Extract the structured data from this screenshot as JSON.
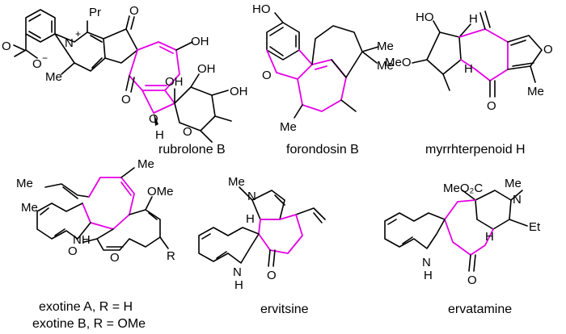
{
  "colors": {
    "bond": "#000000",
    "highlight": "#e600e6",
    "background": "#ffffff"
  },
  "molecules": [
    {
      "caption": "rubrolone B",
      "atoms": {
        "pr": "Pr",
        "n_plus": "N",
        "charge": "+",
        "me": "Me",
        "o_carbonyl": "O",
        "o_minus": "O",
        "minus": "−",
        "o_ketone_top": "O",
        "oh_1": "OH",
        "oh_2": "OH",
        "oh_3": "OH",
        "oh_4": "OH",
        "o_ketone_bottom": "O",
        "o_ring": "O",
        "h": "H",
        "o_pyran": "O"
      }
    },
    {
      "caption": "forondosin B",
      "atoms": {
        "ho": "HO",
        "o_furan": "O",
        "me_1": "Me",
        "me_2": "Me",
        "me_3": "Me"
      }
    },
    {
      "caption": "myrrhterpenoid H",
      "atoms": {
        "ho": "HO",
        "meo": "MeO",
        "h_1": "H",
        "h_2": "H",
        "o_furan": "O",
        "o_ketone": "O",
        "me": "Me"
      }
    },
    {
      "caption_line1": "exotine A, R = H",
      "caption_line2": "exotine B, R = OMe",
      "atoms": {
        "me_1": "Me",
        "me_2": "Me",
        "me_3": "Me",
        "ome": "OMe",
        "nh": "NH",
        "o_ring": "O",
        "o_carbonyl": "O",
        "r": "R"
      }
    },
    {
      "caption": "ervitsine",
      "atoms": {
        "me": "Me",
        "n": "N",
        "h": "H",
        "n_h": "N",
        "h_indole": "H",
        "o": "O"
      }
    },
    {
      "caption": "ervatamine",
      "atoms": {
        "me": "Me",
        "n": "N",
        "meo2c": "MeO₂C",
        "h": "H",
        "et": "Et",
        "n_h": "N",
        "h_indole": "H",
        "o": "O"
      }
    }
  ]
}
